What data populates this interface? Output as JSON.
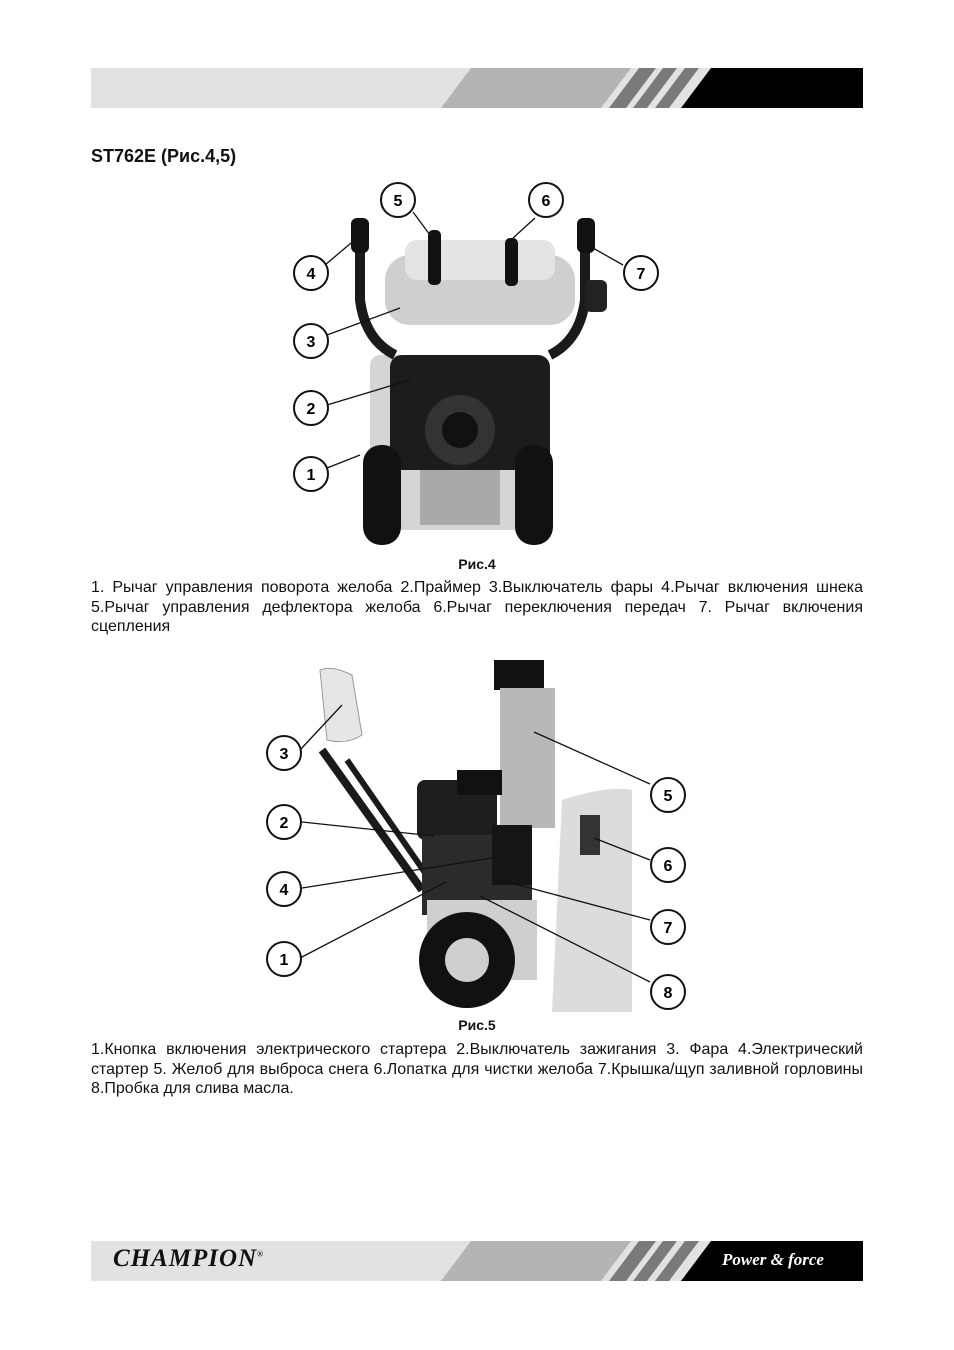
{
  "heading": "ST762E (Рис.4,5)",
  "figure4": {
    "caption": "Рис.4",
    "callouts": [
      "1",
      "2",
      "3",
      "4",
      "5",
      "6",
      "7"
    ],
    "legend": "1. Рычаг управления поворота желоба 2.Праймер 3.Выключатель фары 4.Рычаг включения шнека 5.Рычаг управления дефлектора желоба 6.Рычаг переключения передач 7. Рычаг включения сцепления"
  },
  "figure5": {
    "caption": "Рис.5",
    "callouts": [
      "1",
      "2",
      "3",
      "4",
      "5",
      "6",
      "7",
      "8"
    ],
    "legend": "1.Кнопка включения электрического стартера 2.Выключатель зажигания 3. Фара 4.Электрический стартер 5. Желоб для выброса снега 6.Лопатка для чистки желоба 7.Крышка/щуп заливной горловины 8.Пробка для слива масла."
  },
  "footer": {
    "brand": "CHAMPION",
    "slogan": "Power & force"
  },
  "colors": {
    "band_light": "#e2e2e2",
    "band_mid": "#b4b4b4",
    "band_dark": "#000000"
  }
}
